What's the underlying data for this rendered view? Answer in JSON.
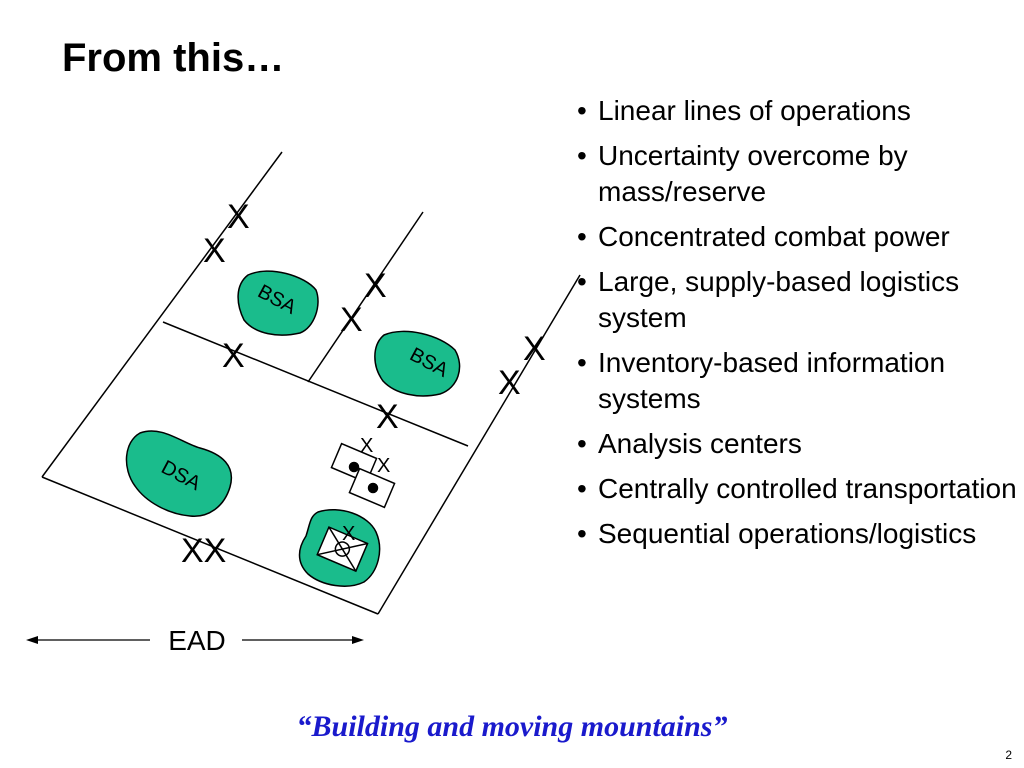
{
  "slide": {
    "title": "From this…",
    "caption": "“Building and moving mountains”",
    "page_number": "2"
  },
  "diagram": {
    "fill_color": "#1abc8c",
    "areas": {
      "bsa_1": "BSA",
      "bsa_2": "BSA",
      "dsa": "DSA"
    },
    "ead_label": "EAD",
    "boundary_symbols": {
      "x_single": "X",
      "xx": "XX"
    }
  },
  "bullets": [
    "Linear lines of operations",
    "Uncertainty overcome by mass/reserve",
    "Concentrated combat power",
    "Large, supply-based logistics system",
    "Inventory-based information systems",
    "Analysis centers",
    "Centrally controlled transportation",
    "Sequential operations/logistics"
  ],
  "bullet_char": "•"
}
